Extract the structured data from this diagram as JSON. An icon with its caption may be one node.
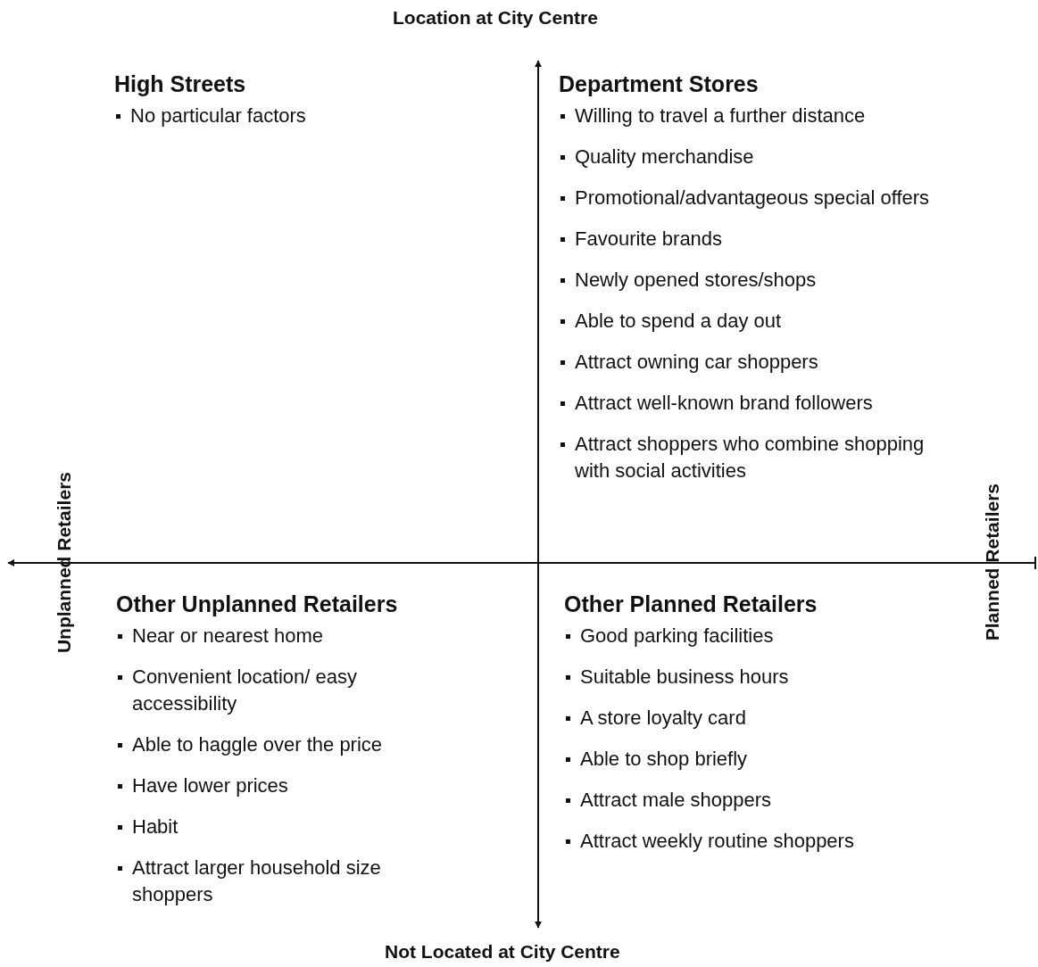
{
  "diagram": {
    "labels": [
      "Location at City Centre",
      "High Streets",
      "No particular factors",
      "Department Stores",
      "Willing to travel a further distance",
      "Quality merchandise",
      "Promotional/advantageous special offers",
      "Favourite brands",
      "Newly opened stores/shops",
      "Able to spend a day out",
      "Attract owning car shoppers",
      "Attract well-known brand followers",
      "Attract shoppers who combine shopping with social activities",
      "Unplanned Retailers",
      "Planned Retailers",
      "Other Unplanned Retailers",
      "Near or nearest home",
      "Convenient location/ easy accessibility",
      "Able to haggle over the price",
      "Have lower prices",
      "Habit",
      "Attract larger household size shoppers",
      "Other Planned Retailers",
      "Good parking facilities",
      "Suitable business hours",
      "A store loyalty card",
      "Able to shop briefly",
      "Attract male shoppers",
      "Attract weekly routine shoppers",
      "Not Located at City Centre"
    ]
  }
}
